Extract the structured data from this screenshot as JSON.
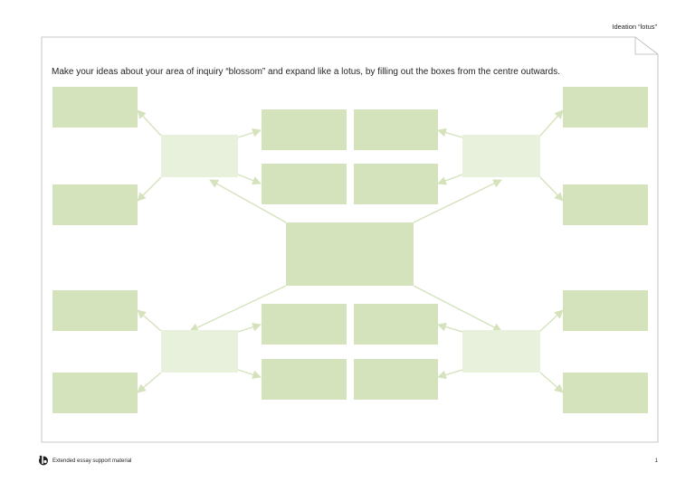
{
  "header": {
    "title": "Ideation “lotus”"
  },
  "main": {
    "instructions": "Make your ideas about your area of inquiry “blossom” and expand like a lotus, by filling out the boxes from the centre outwards."
  },
  "footer": {
    "text": "Extended essay support material",
    "page_number": "1"
  },
  "colors": {
    "box_fill": "#d5e3bd",
    "box_fill_light": "#e8f1dc",
    "arrow": "#d5e3bd",
    "frame_border": "#b8b8b8"
  },
  "icons": [
    "ib-logo-icon",
    "page-fold-icon"
  ]
}
